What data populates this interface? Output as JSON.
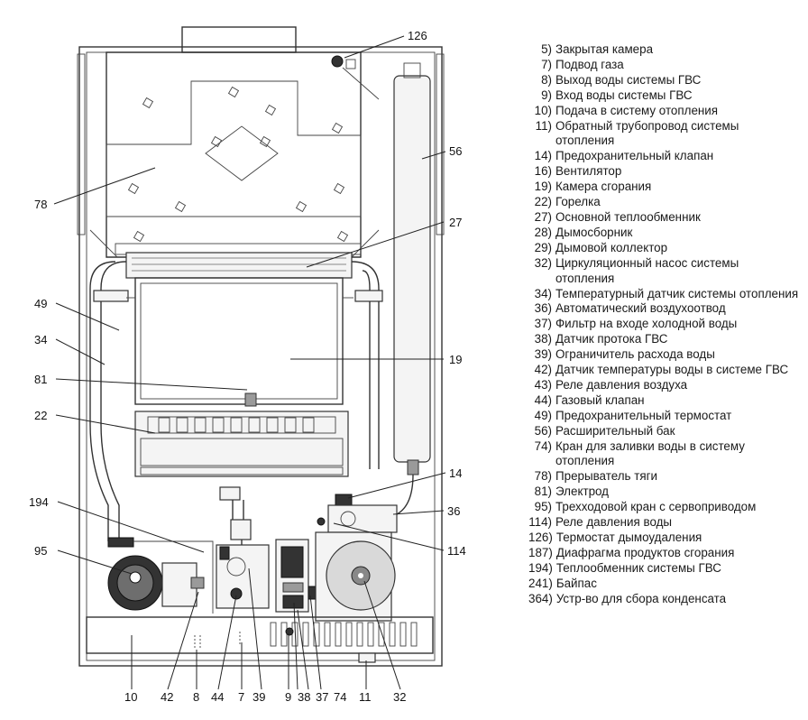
{
  "callouts": {
    "c126": "126",
    "c56": "56",
    "c78": "78",
    "c27": "27",
    "c49": "49",
    "c34": "34",
    "c19": "19",
    "c81": "81",
    "c22": "22",
    "c14": "14",
    "c36": "36",
    "c194": "194",
    "c114": "114",
    "c95": "95",
    "b10": "10",
    "b42": "42",
    "b8": "8",
    "b44": "44",
    "b7": "7",
    "b39": "39",
    "b9": "9",
    "b38": "38",
    "b37": "37",
    "b74": "74",
    "b11": "11",
    "b32": "32"
  },
  "legend": [
    {
      "num": "5)",
      "text": "Закрытая камера"
    },
    {
      "num": "7)",
      "text": "Подвод газа"
    },
    {
      "num": "8)",
      "text": "Выход воды системы ГВС"
    },
    {
      "num": "9)",
      "text": "Вход воды системы ГВС"
    },
    {
      "num": "10)",
      "text": "Подача в систему отопления"
    },
    {
      "num": "11)",
      "text": "Обратный трубопровод системы отопления"
    },
    {
      "num": "14)",
      "text": "Предохранительный клапан"
    },
    {
      "num": "16)",
      "text": "Вентилятор"
    },
    {
      "num": "19)",
      "text": "Камера сгорания"
    },
    {
      "num": "22)",
      "text": "Горелка"
    },
    {
      "num": "27)",
      "text": "Основной теплообменник"
    },
    {
      "num": "28)",
      "text": "Дымосборник"
    },
    {
      "num": "29)",
      "text": "Дымовой коллектор"
    },
    {
      "num": "32)",
      "text": "Циркуляционный насос системы отопления"
    },
    {
      "num": "34)",
      "text": "Температурный датчик системы отопления"
    },
    {
      "num": "36)",
      "text": "Автоматический воздухоотвод"
    },
    {
      "num": "37)",
      "text": "Фильтр на входе холодной воды"
    },
    {
      "num": "38)",
      "text": "Датчик протока ГВС"
    },
    {
      "num": "39)",
      "text": "Ограничитель расхода воды"
    },
    {
      "num": "42)",
      "text": "Датчик температуры воды в системе ГВС"
    },
    {
      "num": "43)",
      "text": "Реле давления воздуха"
    },
    {
      "num": "44)",
      "text": "Газовый клапан"
    },
    {
      "num": "49)",
      "text": "Предохранительный термостат"
    },
    {
      "num": "56)",
      "text": "Расширительный бак"
    },
    {
      "num": "74)",
      "text": "Кран для заливки воды в систему отопления"
    },
    {
      "num": "78)",
      "text": "Прерыватель тяги"
    },
    {
      "num": "81)",
      "text": "Электрод"
    },
    {
      "num": "95)",
      "text": "Трехходовой кран с сервоприводом"
    },
    {
      "num": "114)",
      "text": "Реле давления воды"
    },
    {
      "num": "126)",
      "text": "Термостат дымоудаления"
    },
    {
      "num": "187)",
      "text": "Диафрагма продуктов сгорания"
    },
    {
      "num": "194)",
      "text": "Теплообменник системы ГВС"
    },
    {
      "num": "241)",
      "text": "Байпас"
    },
    {
      "num": "364)",
      "text": "Устр-во для сбора конденсата"
    }
  ]
}
